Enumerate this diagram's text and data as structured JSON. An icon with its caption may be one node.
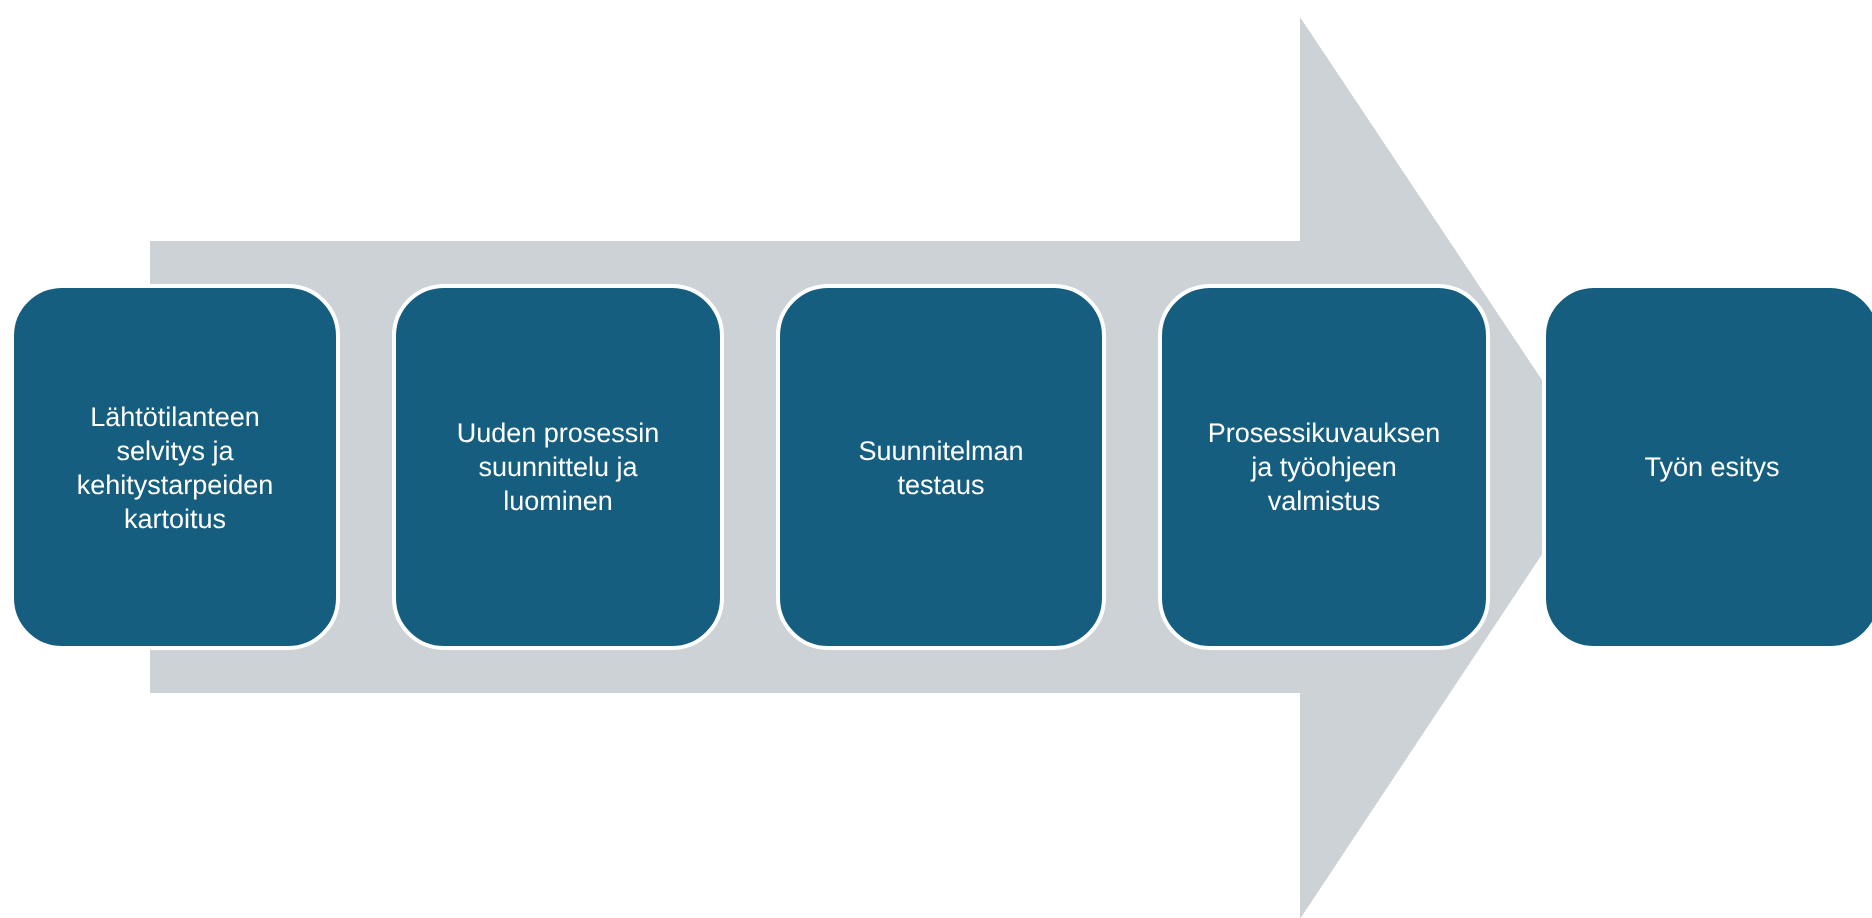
{
  "diagram": {
    "nodes": [
      {
        "text": [
          "Lähtötilanteen selvitys ja kehitystarpeiden kartoitus"
        ]
      },
      {
        "text": [
          "Uuden prosessin suunnittelu ja luominen"
        ]
      },
      {
        "text": [
          "Suunnitelman testaus"
        ]
      },
      {
        "text": [
          "Prosessikuvauksen ja työohjeen valmistus"
        ]
      },
      {
        "text": [
          "Työn esitys"
        ]
      }
    ],
    "edges": [
      {
        "from": 0,
        "to": 4,
        "arrow": "to"
      }
    ]
  }
}
